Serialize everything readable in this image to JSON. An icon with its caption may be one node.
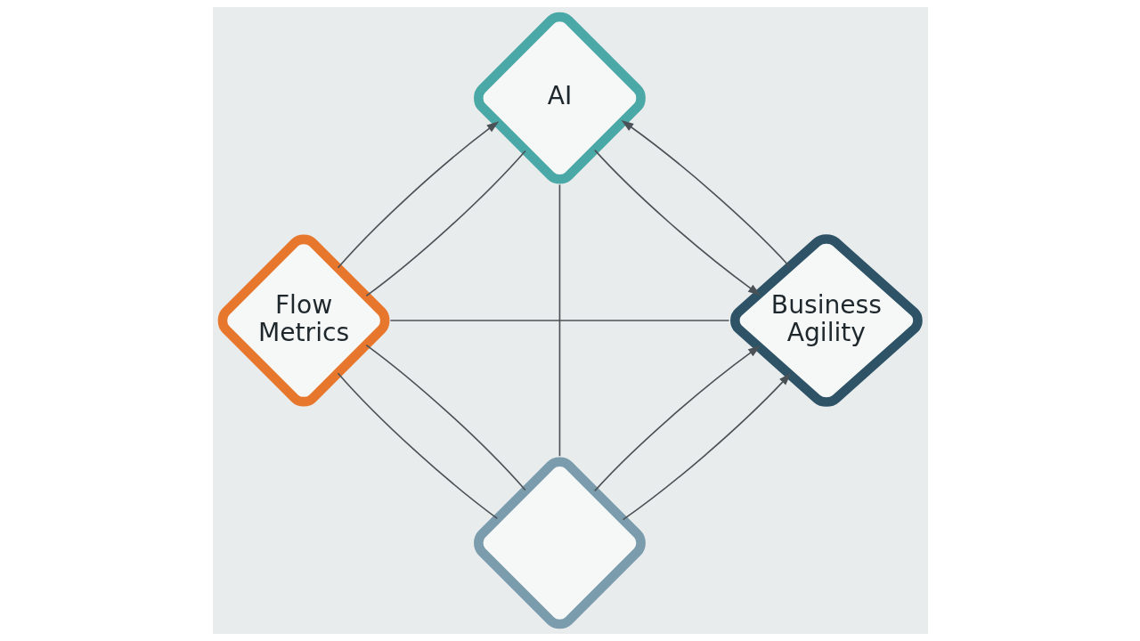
{
  "diagram": {
    "nodes": [
      {
        "text": [
          "AI"
        ]
      },
      {
        "text": [
          "Flow Metrics"
        ]
      },
      {
        "text": [
          "Business Agility"
        ]
      },
      {
        "text": [],
        "shape": "diamond"
      }
    ],
    "edges": [
      {
        "from": 1,
        "to": 0,
        "arrow": "none"
      },
      {
        "from": 1,
        "to": 0,
        "arrow": "to"
      },
      {
        "from": 0,
        "to": 2,
        "arrow": "to"
      },
      {
        "from": 2,
        "to": 0,
        "arrow": "to"
      },
      {
        "from": 1,
        "to": 2,
        "arrow": "none"
      },
      {
        "from": 0,
        "to": 3,
        "arrow": "none"
      },
      {
        "from": 1,
        "to": 3,
        "arrow": "none"
      },
      {
        "from": 1,
        "to": 3,
        "arrow": "none"
      },
      {
        "from": 3,
        "to": 2,
        "arrow": "to"
      },
      {
        "from": 3,
        "to": 2,
        "arrow": "to"
      }
    ]
  }
}
